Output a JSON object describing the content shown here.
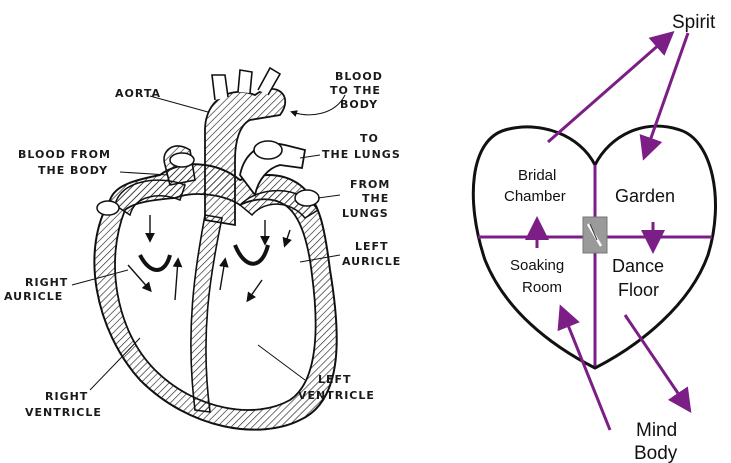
{
  "heart_anatomy": {
    "labels": {
      "aorta": "AORTA",
      "blood_to_body_1": "BLOOD",
      "blood_to_body_2": "TO THE",
      "blood_to_body_3": "BODY",
      "to_lungs_1": "TO",
      "to_lungs_2": "THE LUNGS",
      "from_body_1": "BLOOD  FROM",
      "from_body_2": "THE  BODY",
      "from_lungs_1": "FROM",
      "from_lungs_2": "THE",
      "from_lungs_3": "LUNGS",
      "left_auricle_1": "LEFT",
      "left_auricle_2": "AURICLE",
      "right_auricle_1": "RIGHT",
      "right_auricle_2": "AURICLE",
      "right_ventricle_1": "RIGHT",
      "right_ventricle_2": "VENTRICLE",
      "left_ventricle_1": "LEFT",
      "left_ventricle_2": "VENTRICLE"
    }
  },
  "heart_metaphor": {
    "spirit": "Spirit",
    "bridal_1": "Bridal",
    "bridal_2": "Chamber",
    "garden": "Garden",
    "soaking_1": "Soaking",
    "soaking_2": "Room",
    "dance_1": "Dance",
    "dance_2": "Floor",
    "mind_1": "Mind",
    "mind_2": "Body",
    "colors": {
      "arrow": "#7b1e86",
      "outline": "#111111",
      "center": "#9a9a9a"
    }
  }
}
